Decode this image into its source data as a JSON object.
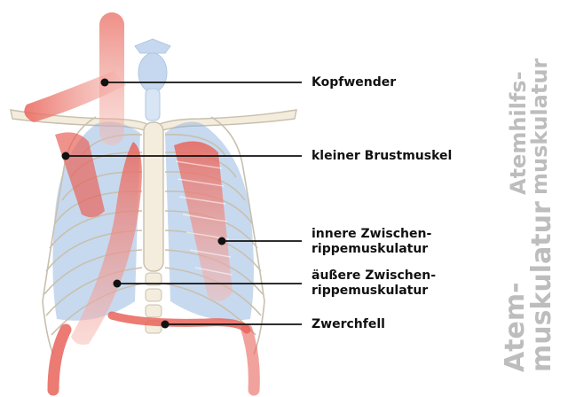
{
  "labels": {
    "kopfwender": "Kopfwender",
    "brustmuskel": "kleiner Brustmuskel",
    "innere_line1": "innere Zwischen-",
    "innere_line2": "rippemuskulatur",
    "aeussere_line1": "äußere Zwischen-",
    "aeussere_line2": "rippemuskulatur",
    "zwerchfell": "Zwerchfell"
  },
  "side_labels": {
    "atemhilfs_line1": "Atemhilfs-",
    "atemhilfs_line2": "muskulatur",
    "atem_line1": "Atem-",
    "atem_line2": "muskulatur"
  },
  "colors": {
    "muscle": "#e8645a",
    "lung": "#8fb4e0",
    "bone": "#f4ecdc",
    "bone_outline": "#c8c0ae",
    "leader": "#111111",
    "side_label": "#bdbdbd"
  }
}
